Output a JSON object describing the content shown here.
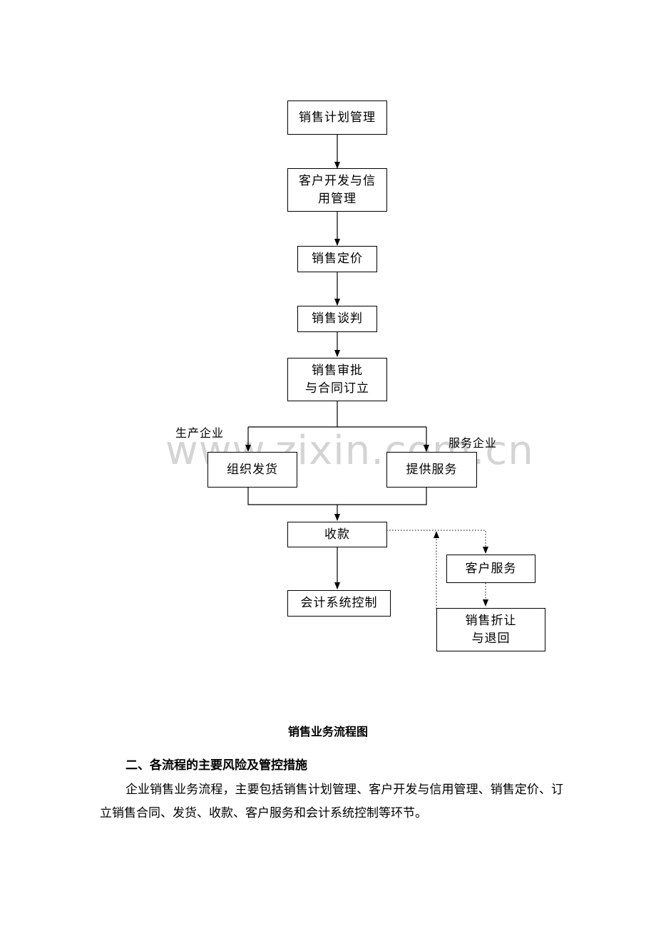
{
  "watermark": "www.zixin.com.cn",
  "boxes": {
    "plan": [
      "销售计划管理"
    ],
    "customer_dev": [
      "客户开发与信",
      "用管理"
    ],
    "pricing": [
      "销售定价"
    ],
    "negotiation": [
      "销售谈判"
    ],
    "approval": [
      "销售审批",
      "与合同订立"
    ],
    "delivery": [
      "组织发货"
    ],
    "service_provide": [
      "提供服务"
    ],
    "collection": [
      "收款"
    ],
    "accounting": [
      "会计系统控制"
    ],
    "customer_service": [
      "客户服务"
    ],
    "discount_return": [
      "销售折让",
      "与退回"
    ]
  },
  "labels": {
    "production": "生产企业",
    "service_enterprise": "服务企业"
  },
  "caption": "销售业务流程图",
  "section_heading": "二、各流程的主要风险及管控措施",
  "paragraph": "企业销售业务流程，主要包括销售计划管理、客户开发与信用管理、销售定价、订立销售合同、发货、收款、客户服务和会计系统控制等环节。"
}
